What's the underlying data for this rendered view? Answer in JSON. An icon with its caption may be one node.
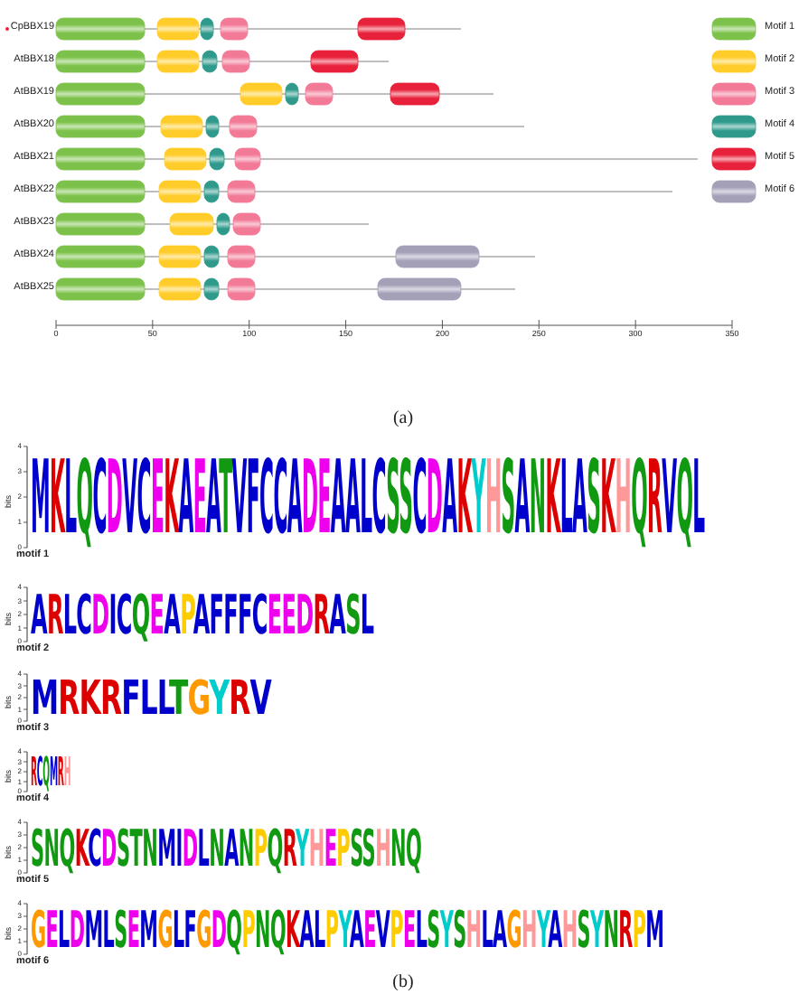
{
  "diagram": {
    "labels": [
      "CpBBX19",
      "AtBBX18",
      "AtBBX19",
      "AtBBX20",
      "AtBBX21",
      "AtBBX22",
      "AtBBX23",
      "AtBBX24",
      "AtBBX25",
      "0",
      "50",
      "100",
      "150",
      "200",
      "250",
      "300",
      "350",
      "(a)",
      "bits",
      "4",
      "3",
      "2",
      "1",
      "0",
      "MKLQCDVCEKAEATVFCCADEAALCSSCDAKYHSANKLASKHQRVQL",
      "motif 1",
      "bits",
      "4",
      "3",
      "2",
      "1",
      "0",
      "ARLCDICQEAPAFFFCEEDRASL",
      "motif 2",
      "bits",
      "4",
      "3",
      "2",
      "1",
      "0",
      "MRKRFLLTGYRV",
      "motif 3",
      "bits",
      "4",
      "3",
      "2",
      "1",
      "0",
      "RCQMRH",
      "motif 4",
      "bits",
      "4",
      "3",
      "2",
      "1",
      "0",
      "SNQKCDSTNMIDLNANPQRYHEPSSHNQ",
      "motif 5",
      "bits",
      "4",
      "3",
      "2",
      "1",
      "0",
      "GELDMLSEMGLFGDQPNQKALPYAEVPELSYSHLAGHYAHSYNRPM",
      "motif 6",
      "(b)"
    ],
    "legend": [
      {
        "text": "Motif 1",
        "color": "#7cc24a"
      },
      {
        "text": "Motif 2",
        "color": "#ffcc2a"
      },
      {
        "text": "Motif 3",
        "color": "#f27a97"
      },
      {
        "text": "Motif 4",
        "color": "#2f9a8c"
      },
      {
        "text": "Motif 5",
        "color": "#e8203a"
      },
      {
        "text": "Motif 6",
        "color": "#a3a0b8"
      }
    ]
  }
}
